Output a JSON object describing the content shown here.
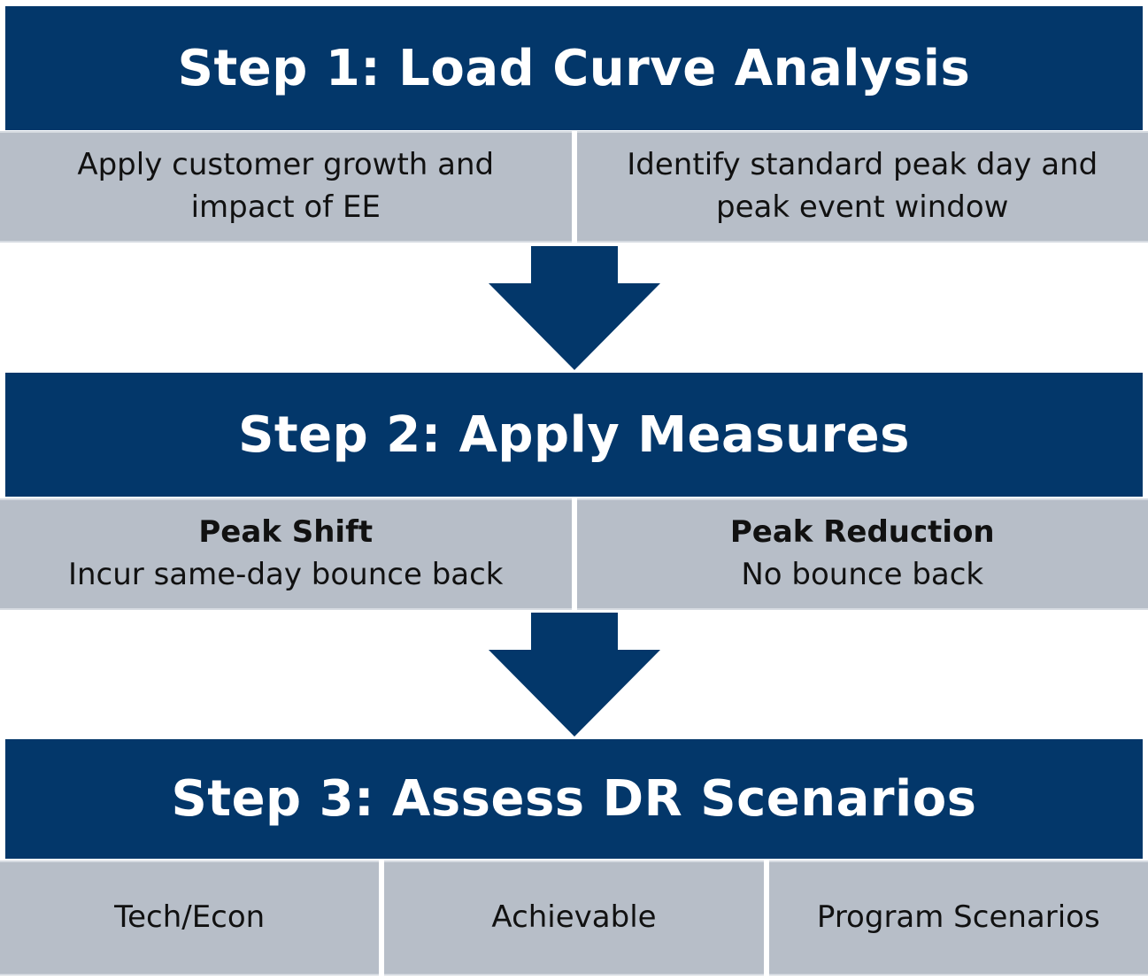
{
  "colors": {
    "header_bg": "#03376a",
    "cell_bg": "#b7bec8",
    "arrow": "#03376a"
  },
  "steps": [
    {
      "title": "Step 1: Load Curve Analysis",
      "cells": [
        {
          "lines": [
            "Apply customer growth and",
            "impact of EE"
          ]
        },
        {
          "lines": [
            "Identify standard peak day and",
            "peak event window"
          ]
        }
      ]
    },
    {
      "title": "Step 2: Apply Measures",
      "cells": [
        {
          "heading": "Peak Shift",
          "lines": [
            "Incur same-day bounce back"
          ]
        },
        {
          "heading": "Peak Reduction",
          "lines": [
            "No bounce back"
          ]
        }
      ]
    },
    {
      "title": "Step 3: Assess DR Scenarios",
      "cells": [
        {
          "lines": [
            "Tech/Econ"
          ]
        },
        {
          "lines": [
            "Achievable"
          ]
        },
        {
          "lines": [
            "Program Scenarios"
          ]
        }
      ]
    }
  ]
}
